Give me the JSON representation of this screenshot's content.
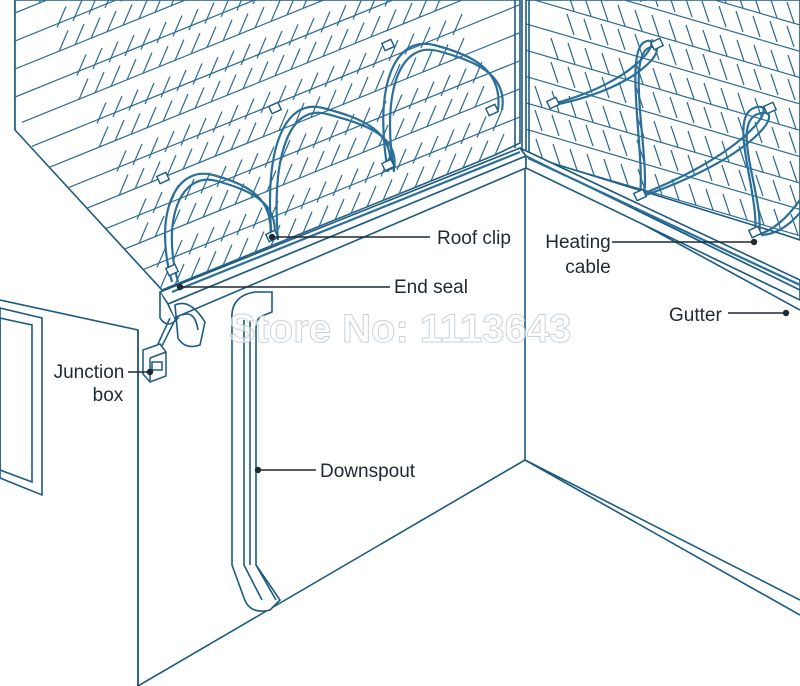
{
  "labels": {
    "roof_clip": "Roof clip",
    "end_seal": "End seal",
    "heating_cable_line1": "Heating",
    "heating_cable_line2": "cable",
    "gutter": "Gutter",
    "junction_box_line1": "Junction",
    "junction_box_line2": "box",
    "downspout": "Downspout"
  },
  "watermark": "Store No: 1113643",
  "colors": {
    "line": "#1c5a80",
    "cable": "#2a6f99",
    "shingle": "#2c6b93",
    "label": "#1e2a33",
    "background": "#ffffff"
  }
}
